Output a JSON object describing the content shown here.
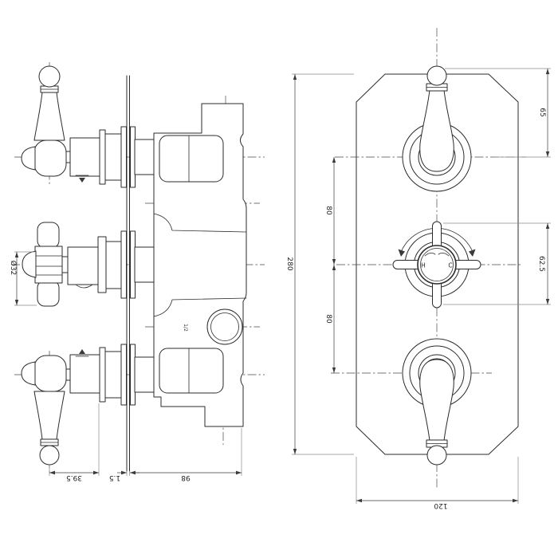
{
  "drawing": {
    "side_view": {
      "dim_handle_to_plate": "39.5",
      "dim_plate_thickness": "1.5",
      "dim_body_depth": "98",
      "dim_hub_diameter": "Ø32",
      "outlet_label": "1/2"
    },
    "front_view": {
      "dim_overall_height": "280",
      "dim_overall_width": "120",
      "dim_top_handle_offset": "65",
      "dim_upper_spacing": "80",
      "dim_lower_spacing": "80",
      "dim_cross_handle_span": "62.5",
      "hot_label": "H",
      "cold_label": "C"
    }
  }
}
